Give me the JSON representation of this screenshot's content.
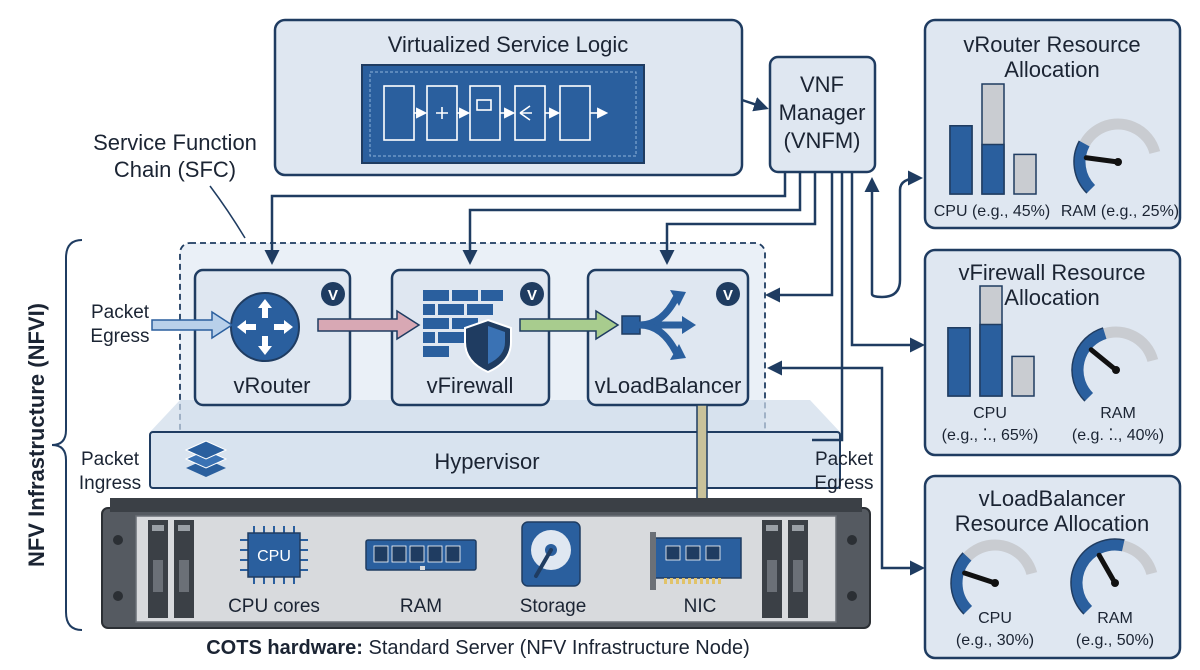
{
  "service_logic": {
    "title": "Virtualized Service Logic"
  },
  "vnfm": {
    "line1": "VNF",
    "line2": "Manager",
    "line3": "(VNFM)"
  },
  "sfc": {
    "line1": "Service Function",
    "line2": "Chain (SFC)"
  },
  "nfvi": {
    "label": "NFV Infrastructure (NFVI)"
  },
  "packet_left": {
    "line1": "Packet",
    "line2": "Egress"
  },
  "packet_ingress": {
    "line1": "Packet",
    "line2": "Ingress"
  },
  "packet_right": {
    "line1": "Packet",
    "line2": "Egress"
  },
  "vnfs": [
    {
      "name": "vRouter",
      "badge": "V"
    },
    {
      "name": "vFirewall",
      "badge": "V"
    },
    {
      "name": "vLoadBalancer",
      "badge": "V"
    }
  ],
  "hypervisor": {
    "label": "Hypervisor"
  },
  "hardware": {
    "components": [
      "CPU cores",
      "RAM",
      "Storage",
      "NIC"
    ],
    "cpu_chip_text": "CPU",
    "caption_bold": "COTS hardware:",
    "caption_rest": " Standard Server (NFV Infrastructure Node)"
  },
  "panels": {
    "vrouter": {
      "title1": "vRouter Resource",
      "title2": "Allocation",
      "cpu_label": "CPU (e.g., 45%)",
      "ram_label": "RAM (e.g., 25%)",
      "cpu_value": 45,
      "ram_value": 25
    },
    "vfirewall": {
      "title1": "vFirewall Resource",
      "title2": "Allocation",
      "cpu_label1": "CPU",
      "cpu_label2": "(e.g., ⁚., 65%)",
      "ram_label1": "RAM",
      "ram_label2": "(e.g. ⁚., 40%)",
      "cpu_value": 65,
      "ram_value": 40
    },
    "vloadbalancer": {
      "title1": "vLoadBalancer",
      "title2": "Resource Allocation",
      "cpu_label1": "CPU",
      "cpu_label2": "(e.g., 30%)",
      "ram_label1": "RAM",
      "ram_label2": "(e.g., 50%)",
      "cpu_value": 30,
      "ram_value": 50
    }
  },
  "colors": {
    "navy": "#1f3c61",
    "blue": "#2a5f9e",
    "panel": "#dfe7f1",
    "gray": "#c9ccd1"
  }
}
